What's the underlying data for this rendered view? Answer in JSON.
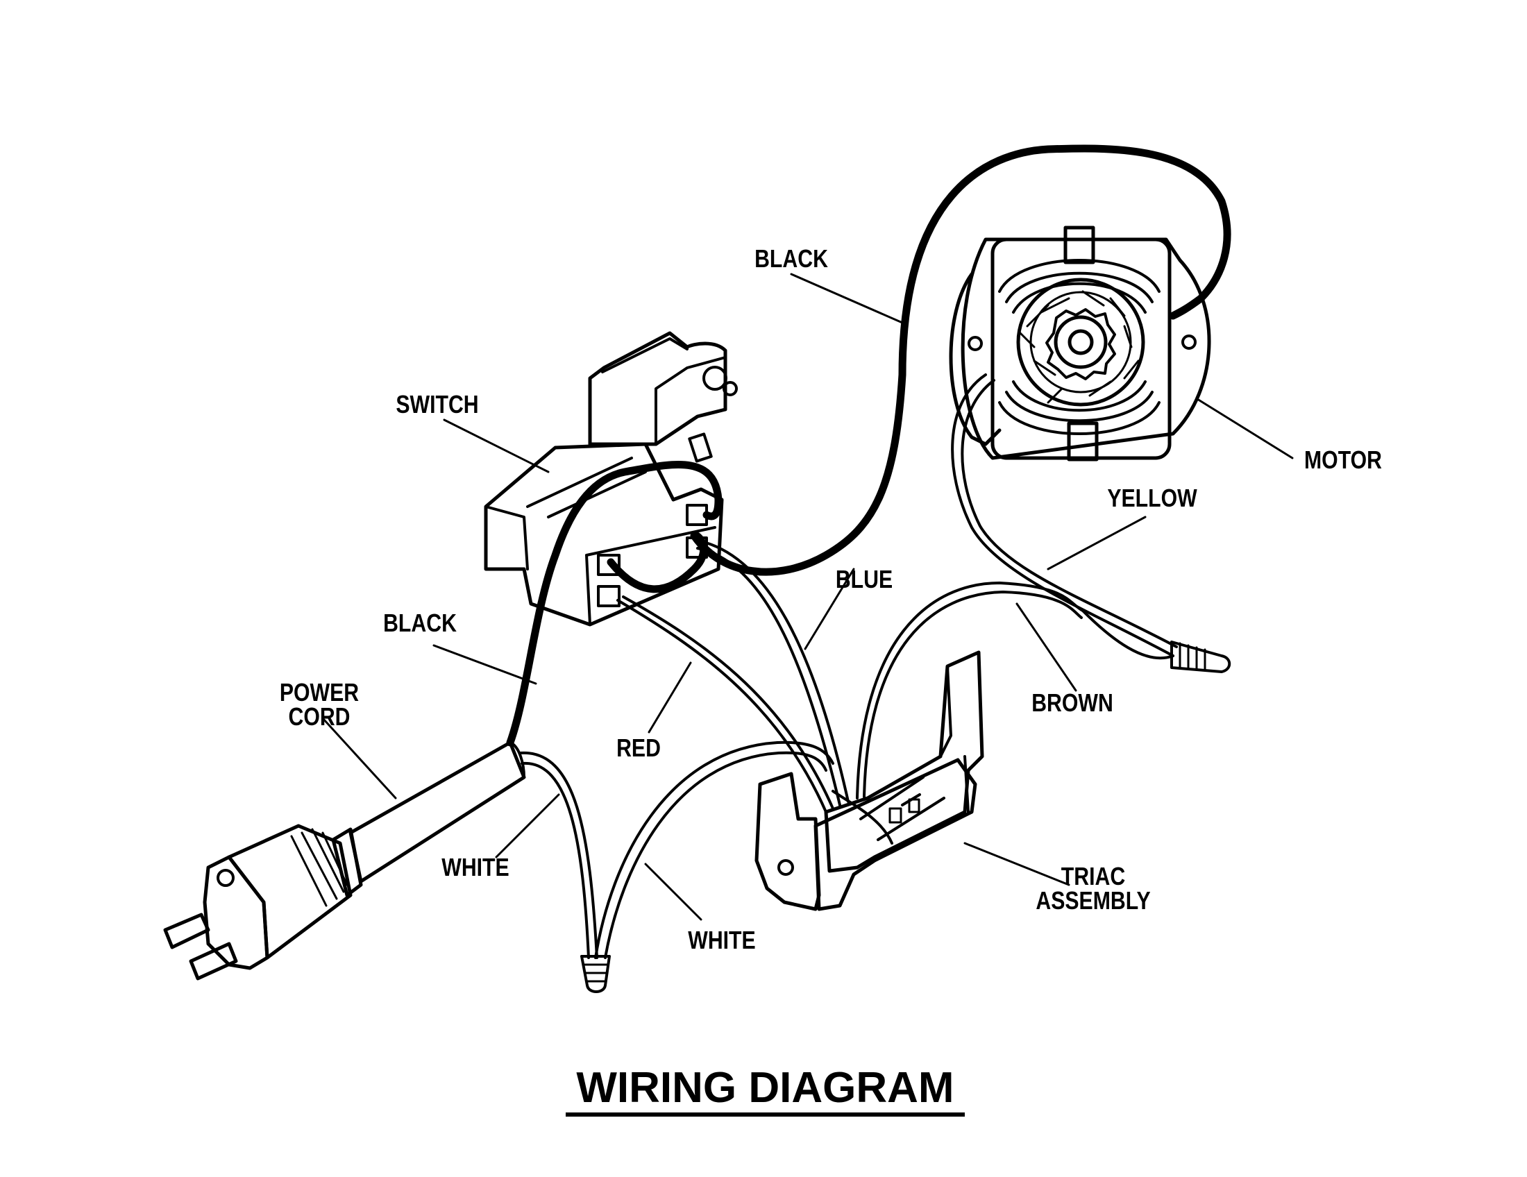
{
  "title": "WIRING DIAGRAM",
  "components": {
    "switch": "SWITCH",
    "motor": "MOTOR",
    "power_cord": [
      "POWER",
      "CORD"
    ],
    "triac_assembly": [
      "TRIAC",
      "ASSEMBLY"
    ]
  },
  "wires": {
    "black_motor": "BLACK",
    "black_cord": "BLACK",
    "blue": "BLUE",
    "red": "RED",
    "yellow": "YELLOW",
    "brown": "BROWN",
    "white_cord": "WHITE",
    "white_triac": "WHITE"
  },
  "colors": {
    "ink": "#000000",
    "background": "#ffffff"
  }
}
